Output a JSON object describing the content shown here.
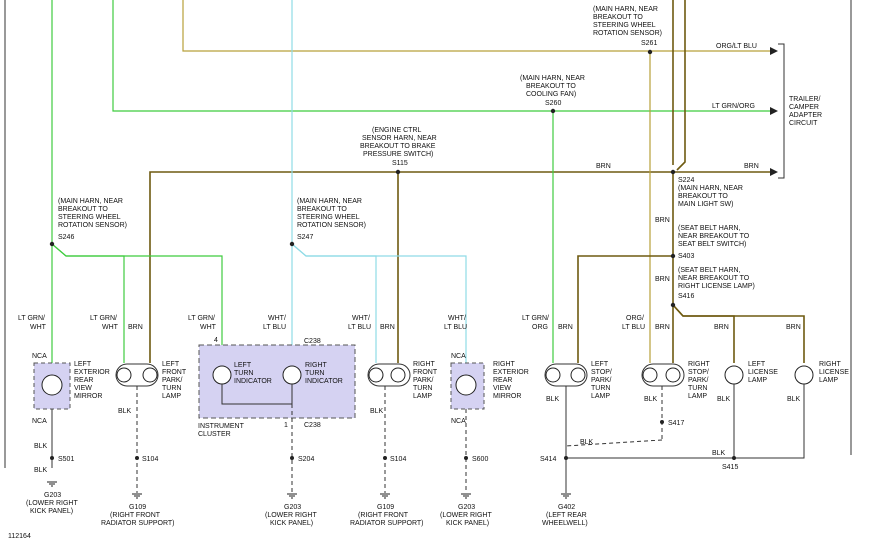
{
  "figure_id": "112164",
  "trailer_label": [
    "TRAILER/",
    "CAMPER",
    "ADAPTER",
    "CIRCUIT"
  ],
  "wires": {
    "org_lt_blu": "ORG/LT BLU",
    "lt_grn_org": "LT GRN/ORG",
    "brn": "BRN"
  },
  "splices": {
    "s261": {
      "label": "S261",
      "desc": [
        "(MAIN HARN, NEAR",
        "BREAKOUT TO",
        "STEERING WHEEL",
        "ROTATION SENSOR)"
      ]
    },
    "s260": {
      "label": "S260",
      "desc": [
        "(MAIN HARN, NEAR",
        "BREAKOUT TO",
        "COOLING FAN)"
      ]
    },
    "s115": {
      "label": "S115",
      "desc": [
        "(ENGINE CTRL",
        "SENSOR HARN, NEAR",
        "BREAKOUT TO BRAKE",
        "PRESSURE SWITCH)"
      ]
    },
    "s224": {
      "label": "S224",
      "desc": [
        "(MAIN HARN, NEAR",
        "BREAKOUT TO",
        "MAIN LIGHT SW)"
      ]
    },
    "s246": {
      "label": "S246",
      "desc": [
        "(MAIN HARN, NEAR",
        "BREAKOUT TO",
        "STEERING WHEEL",
        "ROTATION SENSOR)"
      ]
    },
    "s247": {
      "label": "S247",
      "desc": [
        "(MAIN HARN, NEAR",
        "BREAKOUT TO",
        "STEERING WHEEL",
        "ROTATION SENSOR)"
      ]
    },
    "s403": {
      "label": "S403",
      "desc": [
        "(SEAT BELT HARN,",
        "NEAR BREAKOUT TO",
        "SEAT BELT SWITCH)"
      ]
    },
    "s416": {
      "label": "S416",
      "desc": [
        "(SEAT BELT HARN,",
        "NEAR BREAKOUT TO",
        "RIGHT LICENSE LAMP)"
      ]
    }
  },
  "components": {
    "left_mirror": [
      "LEFT",
      "EXTERIOR",
      "REAR",
      "VIEW",
      "MIRROR"
    ],
    "left_front_lamp": [
      "LEFT",
      "FRONT",
      "PARK/",
      "TURN",
      "LAMP"
    ],
    "left_indicator": [
      "LEFT",
      "TURN",
      "INDICATOR"
    ],
    "right_indicator": [
      "RIGHT",
      "TURN",
      "INDICATOR"
    ],
    "cluster": [
      "INSTRUMENT",
      "CLUSTER"
    ],
    "right_front_lamp": [
      "RIGHT",
      "FRONT",
      "PARK/",
      "TURN",
      "LAMP"
    ],
    "right_mirror": [
      "RIGHT",
      "EXTERIOR",
      "REAR",
      "VIEW",
      "MIRROR"
    ],
    "left_stop_lamp": [
      "LEFT",
      "STOP/",
      "PARK/",
      "TURN",
      "LAMP"
    ],
    "right_stop_lamp": [
      "RIGHT",
      "STOP/",
      "PARK/",
      "TURN",
      "LAMP"
    ],
    "left_license": [
      "LEFT",
      "LICENSE",
      "LAMP"
    ],
    "right_license": [
      "RIGHT",
      "LICENSE",
      "LAMP"
    ]
  },
  "column_wires": {
    "c1": [
      "LT GRN/",
      "WHT"
    ],
    "c2": [
      "LT GRN/",
      "WHT"
    ],
    "c3": "BRN",
    "c4": [
      "LT GRN/",
      "WHT"
    ],
    "c5": [
      "WHT/",
      "LT BLU"
    ],
    "c6": [
      "WHT/",
      "LT BLU"
    ],
    "c7": "BRN",
    "c8": [
      "WHT/",
      "LT BLU"
    ],
    "c9": [
      "LT GRN/",
      "ORG"
    ],
    "c10": "BRN",
    "c11": [
      "ORG/",
      "LT BLU"
    ],
    "c12": "BRN",
    "c13": "BRN",
    "c14": "BRN"
  },
  "connectors": {
    "c238": "C238",
    "pin4": "4",
    "pin1": "1"
  },
  "misc": {
    "nca": "NCA",
    "blk": "BLK",
    "brn_vert": "BRN"
  },
  "ground_splices": {
    "s501": "S501",
    "s104": "S104",
    "s204": "S204",
    "s600": "S600",
    "s414": "S414",
    "s417": "S417",
    "s415": "S415"
  },
  "grounds": {
    "g203": [
      "G203",
      "(LOWER RIGHT",
      "KICK PANEL)"
    ],
    "g109": [
      "G109",
      "(RIGHT FRONT",
      "RADIATOR SUPPORT)"
    ],
    "g402": [
      "G402",
      "(LEFT REAR",
      "WHEELWELL)"
    ]
  },
  "colors": {
    "yellow_wire": "#b8a03a",
    "green_wire": "#3fcc3f",
    "cyan_wire": "#8fdbe6",
    "brown_wire": "#6e5a10",
    "component_fill": "#d5d2f2"
  }
}
